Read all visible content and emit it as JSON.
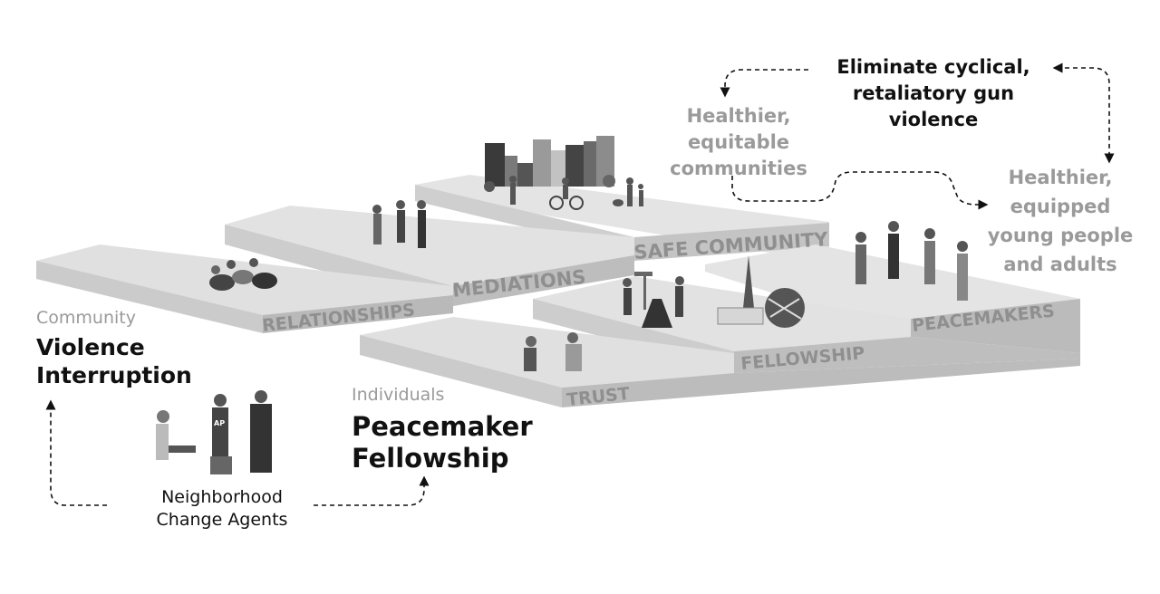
{
  "steps": {
    "safe_community": "SAFE COMMUNITY",
    "mediations": "MEDIATIONS",
    "relationships": "RELATIONSHIPS",
    "peacemakers": "PEACEMAKERS",
    "fellowship": "FELLOWSHIP",
    "trust": "TRUST"
  },
  "labels": {
    "community_tag": "Community",
    "community_title_1": "Violence",
    "community_title_2": "Interruption",
    "individuals_tag": "Individuals",
    "individuals_title_1": "Peacemaker",
    "individuals_title_2": "Fellowship",
    "agents_1": "Neighborhood",
    "agents_2": "Change Agents",
    "goal_1": "Eliminate cyclical,",
    "goal_2": "retaliatory gun",
    "goal_3": "violence",
    "outcome_communities_1": "Healthier,",
    "outcome_communities_2": "equitable",
    "outcome_communities_3": "communities",
    "outcome_people_1": "Healthier,",
    "outcome_people_2": "equipped",
    "outcome_people_3": "young people",
    "outcome_people_4": "and adults"
  },
  "figure_badge": "AP",
  "colors": {
    "step_top": "#e4e4e4",
    "step_front": "#c9c9c9",
    "step_side": "#b5b5b5",
    "step_label": "#8f8f8f",
    "muted_text": "#9a9a9a",
    "dark_text": "#111111"
  }
}
